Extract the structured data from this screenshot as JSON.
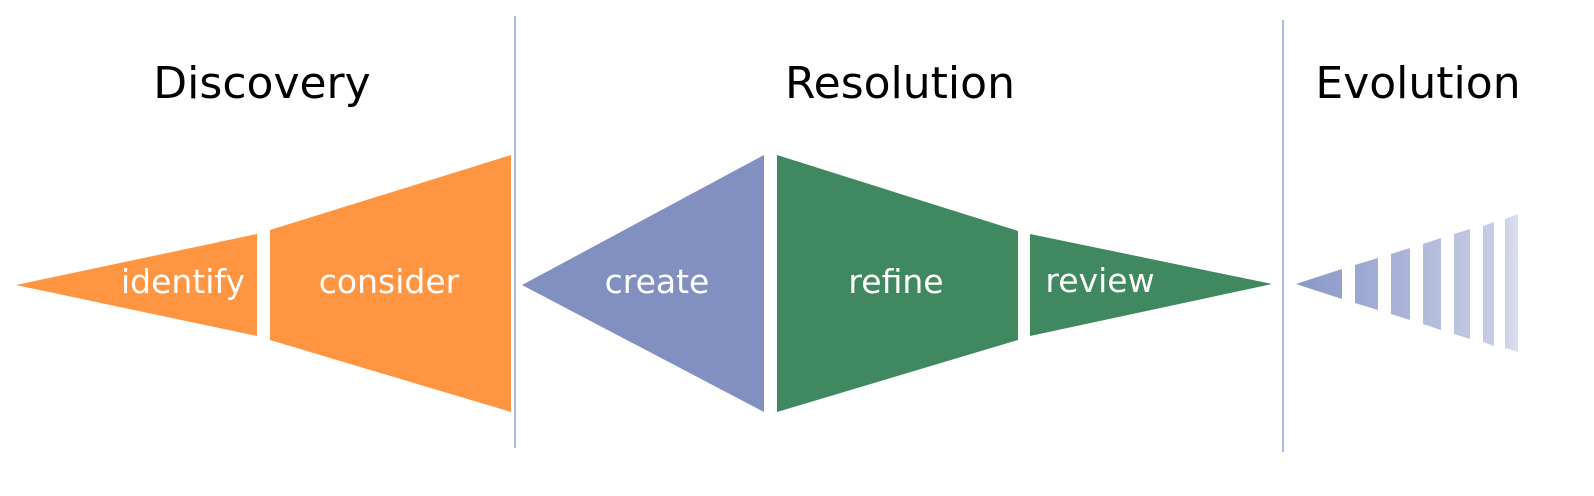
{
  "sections": [
    {
      "title": "Discovery",
      "stages": [
        "identify",
        "consider"
      ]
    },
    {
      "title": "Resolution",
      "stages": [
        "create",
        "refine",
        "review"
      ]
    },
    {
      "title": "Evolution",
      "stages": []
    }
  ],
  "colors": {
    "discovery": "#FF9540",
    "create": "#8190C0",
    "refine_review": "#408860",
    "divider": "#A8BCE8",
    "evolution": "#8A97C8"
  }
}
